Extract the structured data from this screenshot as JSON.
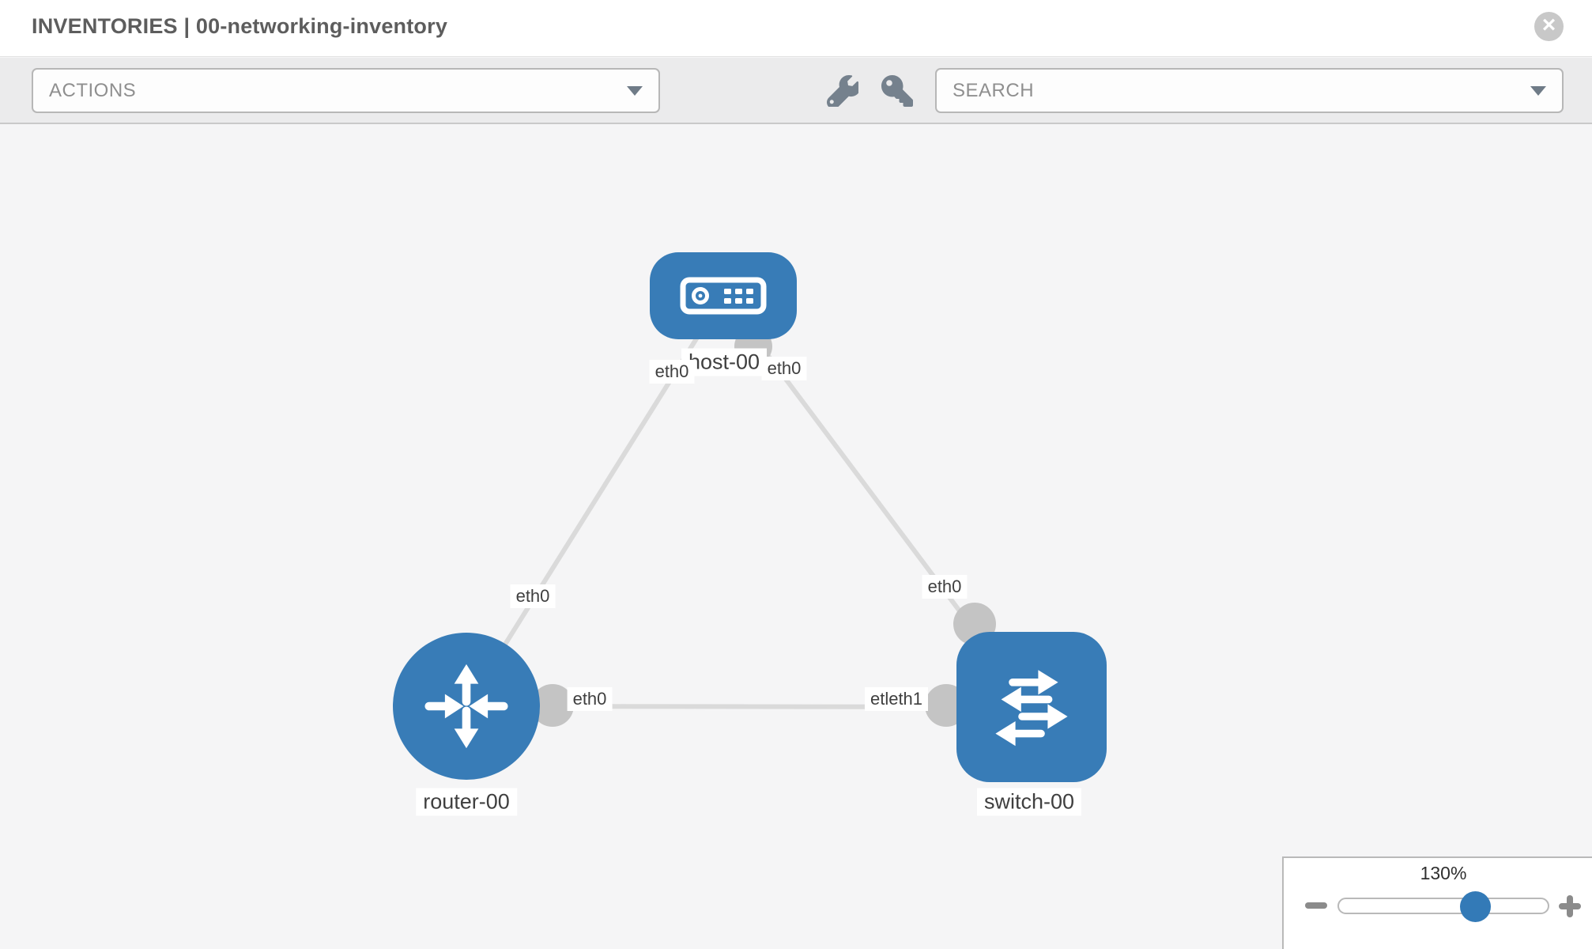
{
  "header": {
    "title": "INVENTORIES | 00-networking-inventory"
  },
  "toolbar": {
    "actions": "ACTIONS",
    "search": "SEARCH",
    "icons": [
      "wrench-icon",
      "key-icon"
    ]
  },
  "topology": {
    "nodes": [
      {
        "label": "host-00",
        "type": "host"
      },
      {
        "label": "router-00",
        "type": "router"
      },
      {
        "label": "switch-00",
        "type": "switch"
      }
    ],
    "links": [
      {
        "from": "host-00",
        "to": "router-00"
      },
      {
        "from": "host-00",
        "to": "switch-00"
      },
      {
        "from": "router-00",
        "to": "switch-00"
      }
    ],
    "interfaces": {
      "host_left": "eth0",
      "host_right": "eth0",
      "router_top": "eth0",
      "router_link": "eth0",
      "switch_link": "etleth1",
      "switch_top": "eth0"
    }
  },
  "zoom": {
    "level": "130%"
  },
  "colors": {
    "node_blue": "#387cb7",
    "thumb_blue": "#337ab7",
    "link_gray": "#dadada",
    "port_gray": "#c4c4c4",
    "toolbar_bg": "#ebebec",
    "canvas_bg": "#f5f5f6",
    "title_gray": "#5d5d5d",
    "icon_gray": "#75818d"
  }
}
